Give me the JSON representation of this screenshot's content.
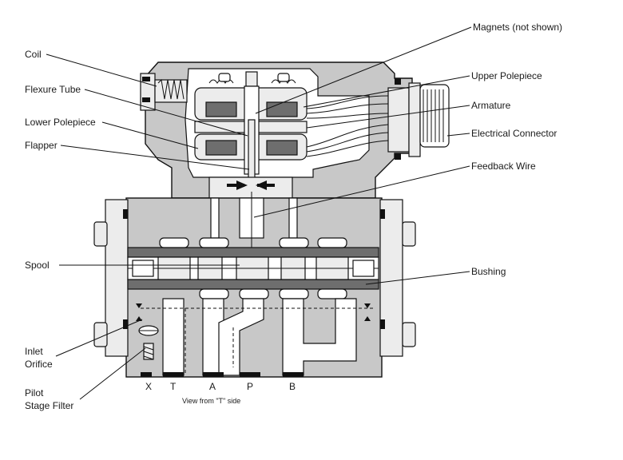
{
  "labels": {
    "coil": "Coil",
    "flexure_tube": "Flexure Tube",
    "lower_polepiece": "Lower Polepiece",
    "flapper": "Flapper",
    "spool": "Spool",
    "inlet_orifice_1": "Inlet",
    "inlet_orifice_2": "Orifice",
    "pilot_filter_1": "Pilot",
    "pilot_filter_2": "Stage Filter",
    "magnets": "Magnets (not shown)",
    "upper_polepiece": "Upper Polepiece",
    "armature": "Armature",
    "electrical_connector": "Electrical Connector",
    "feedback_wire": "Feedback Wire",
    "bushing": "Bushing"
  },
  "ports": {
    "x": "X",
    "t": "T",
    "a": "A",
    "p": "P",
    "b": "B"
  },
  "caption": "View from \"T\" side"
}
